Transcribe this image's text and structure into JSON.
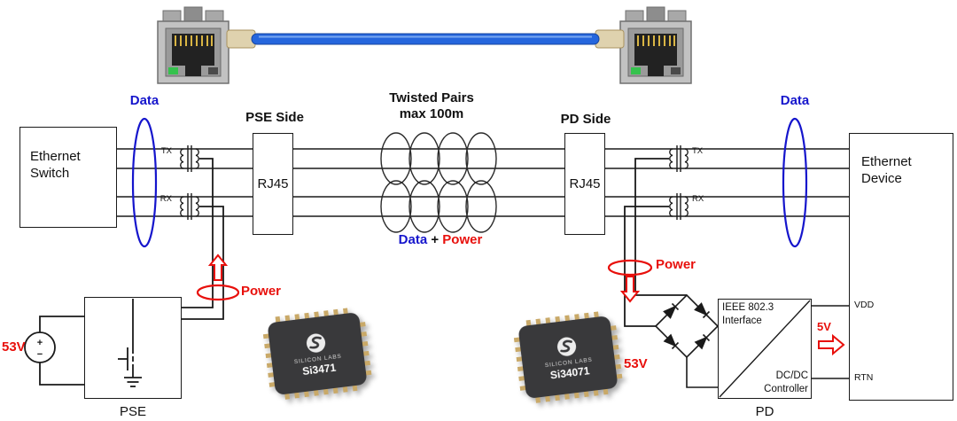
{
  "colors": {
    "data_blue": "#1515cc",
    "power_red": "#e8100c",
    "wire_black": "#1a1a1a",
    "cable_blue": "#2566dd"
  },
  "link": {
    "data_left": "Data",
    "data_right": "Data",
    "pse_side": "PSE Side",
    "pd_side": "PD Side",
    "twisted_line1": "Twisted Pairs",
    "twisted_line2": "max 100m",
    "mid_data": "Data",
    "mid_plus": " + ",
    "mid_power": "Power",
    "tx_left": "TX",
    "rx_left": "RX",
    "tx_right": "TX",
    "rx_right": "RX",
    "rj45_left": "RJ45",
    "rj45_right": "RJ45",
    "ethernet_switch": "Ethernet\nSwitch",
    "ethernet_device": "Ethernet\nDevice"
  },
  "pse": {
    "power_label": "Power",
    "voltage": "53V",
    "plus": "+",
    "minus": "−",
    "label": "PSE",
    "chip_brand": "SILICON LABS",
    "chip_part": "Si3471"
  },
  "pd": {
    "power_label": "Power",
    "voltage": "53V",
    "v5": "5V",
    "vdd": "VDD",
    "rtn": "RTN",
    "ieee": "IEEE 802.3\nInterface",
    "dcdc": "DC/DC\nController",
    "label": "PD",
    "chip_brand": "SILICON LABS",
    "chip_part": "Si34071"
  }
}
